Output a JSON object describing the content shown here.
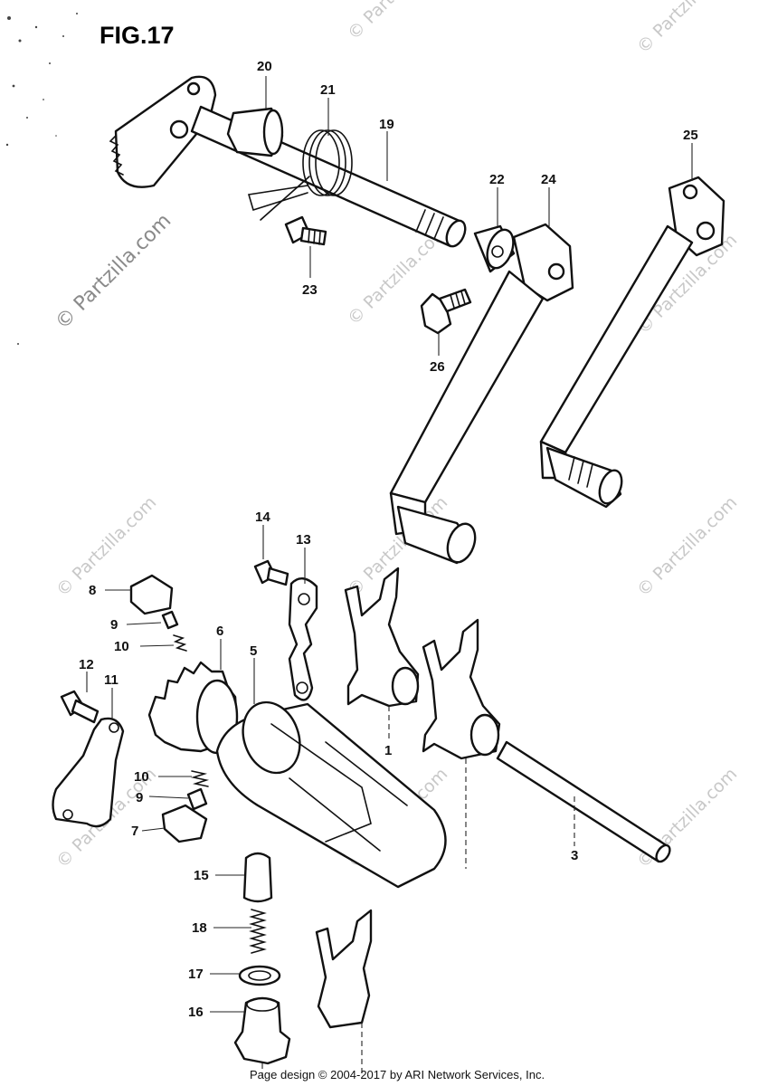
{
  "figure": {
    "title": "FIG.17",
    "footer": "Page design © 2004-2017 by ARI Network Services, Inc.",
    "watermark": "© Partzilla.com"
  },
  "callouts": [
    {
      "id": "20",
      "text": "20"
    },
    {
      "id": "21",
      "text": "21"
    },
    {
      "id": "19",
      "text": "19"
    },
    {
      "id": "22",
      "text": "22"
    },
    {
      "id": "24",
      "text": "24"
    },
    {
      "id": "25",
      "text": "25"
    },
    {
      "id": "23",
      "text": "23"
    },
    {
      "id": "26",
      "text": "26"
    },
    {
      "id": "14",
      "text": "14"
    },
    {
      "id": "13",
      "text": "13"
    },
    {
      "id": "8",
      "text": "8"
    },
    {
      "id": "9a",
      "text": "9"
    },
    {
      "id": "10a",
      "text": "10"
    },
    {
      "id": "6",
      "text": "6"
    },
    {
      "id": "5",
      "text": "5"
    },
    {
      "id": "12",
      "text": "12"
    },
    {
      "id": "11",
      "text": "11"
    },
    {
      "id": "1",
      "text": "1"
    },
    {
      "id": "10b",
      "text": "10"
    },
    {
      "id": "9b",
      "text": "9"
    },
    {
      "id": "7",
      "text": "7"
    },
    {
      "id": "3",
      "text": "3"
    },
    {
      "id": "15",
      "text": "15"
    },
    {
      "id": "18",
      "text": "18"
    },
    {
      "id": "17",
      "text": "17"
    },
    {
      "id": "16",
      "text": "16"
    }
  ]
}
